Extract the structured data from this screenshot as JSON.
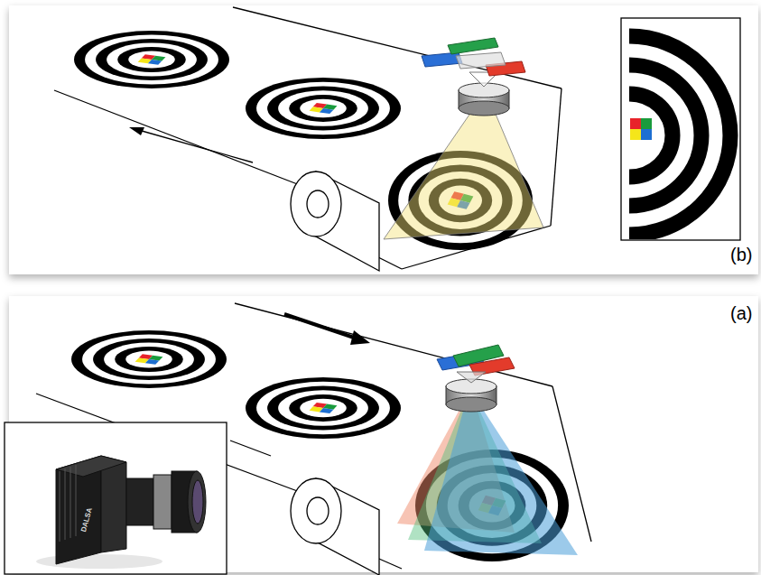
{
  "diagram": {
    "labels": [
      "(b)",
      "(a)",
      "DALSA"
    ]
  }
}
